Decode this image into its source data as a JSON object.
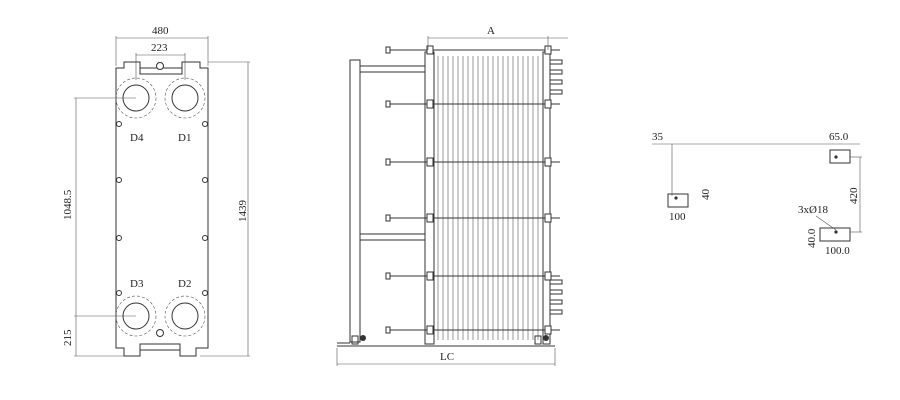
{
  "front_view": {
    "width": "480",
    "port_spacing": "223",
    "port_height": "1048.5",
    "overall_height": "1439",
    "bottom_offset": "215",
    "port_top_left": "D4",
    "port_top_right": "D1",
    "port_bottom_left": "D3",
    "port_bottom_right": "D2"
  },
  "side_view": {
    "length_a": "A",
    "length_lc": "LC"
  },
  "foot_detail": {
    "edge_left": "35",
    "edge_right": "65.0",
    "spacing": "420",
    "foot_width_left": "100",
    "foot_height_left": "40",
    "holes": "3xØ18",
    "foot_height_right": "40.0",
    "foot_width_right": "100.0"
  },
  "colors": {
    "line": "#333333",
    "background": "#ffffff"
  }
}
